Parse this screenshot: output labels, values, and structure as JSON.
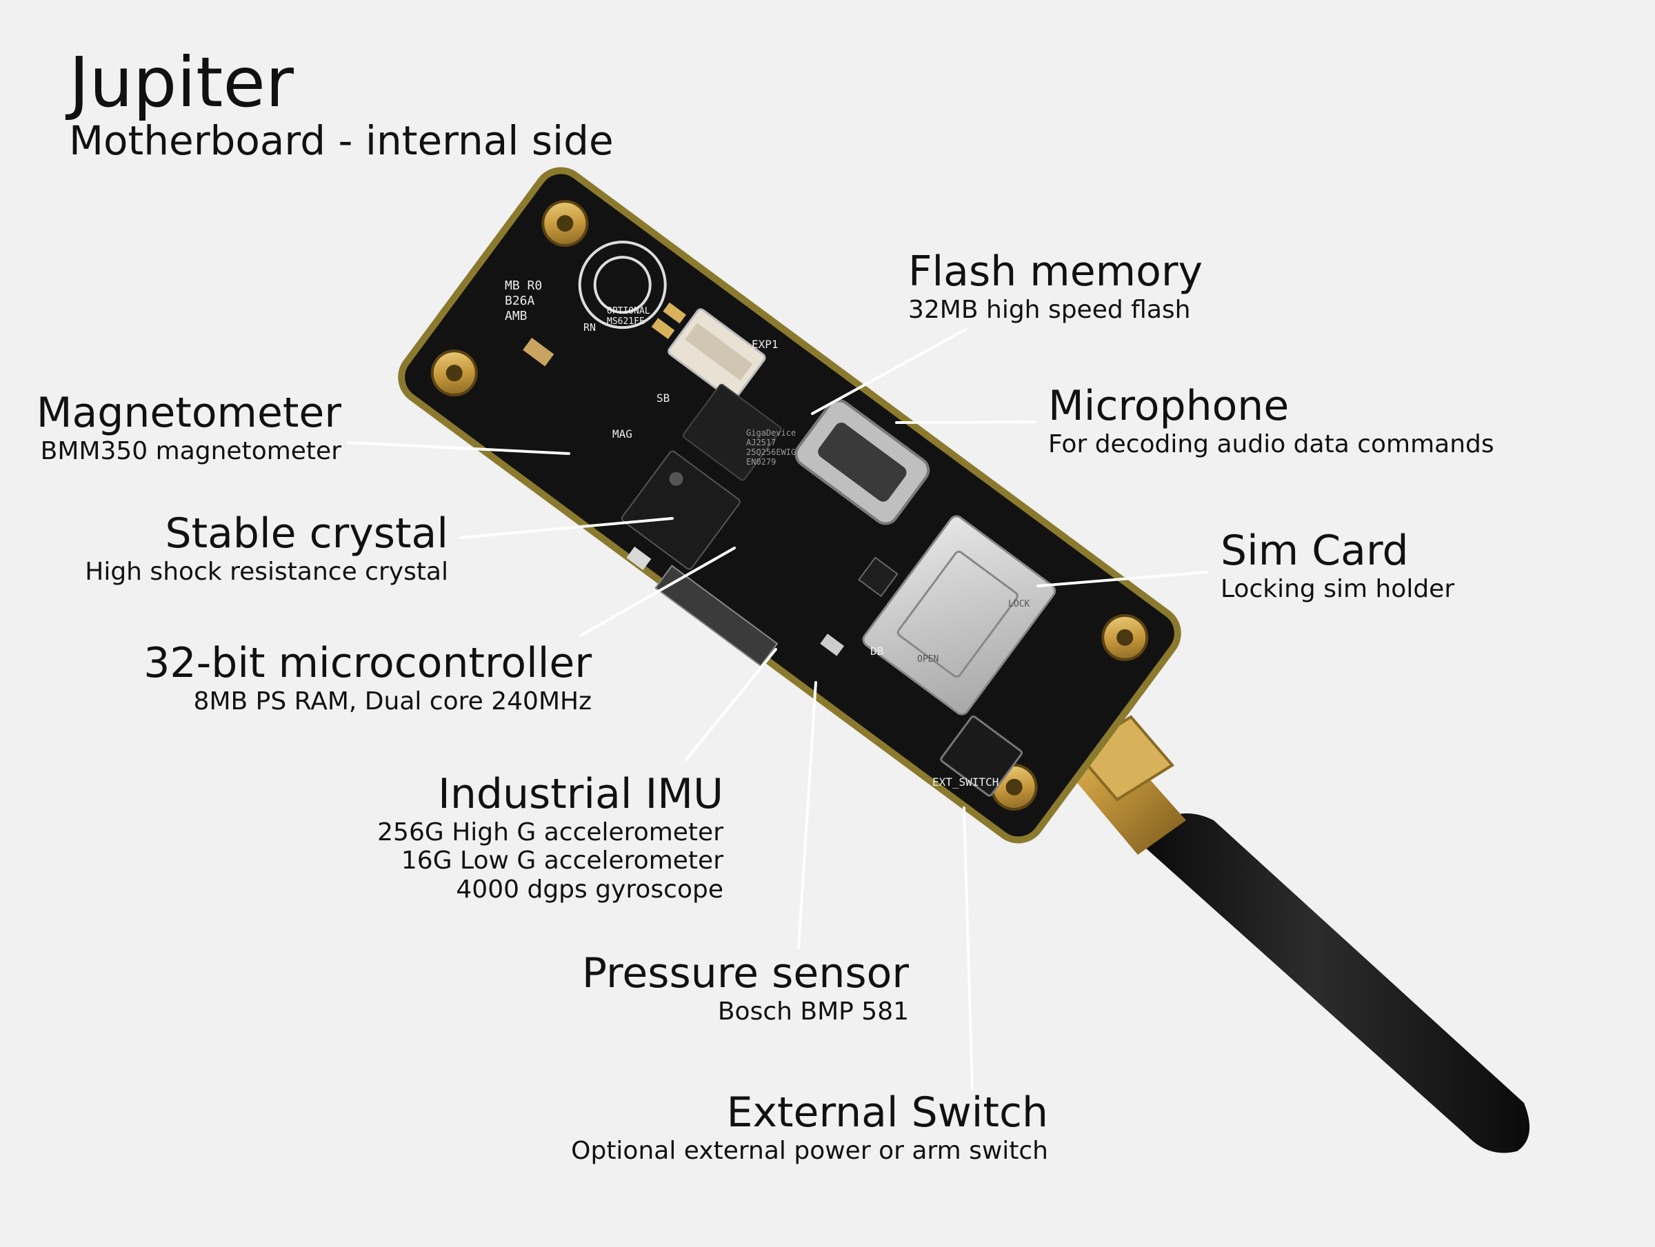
{
  "header": {
    "title": "Jupiter",
    "subtitle": "Motherboard - internal side"
  },
  "board_marks": {
    "rev": [
      "MB R0",
      "B26A",
      "AMB"
    ],
    "optional": [
      "OPTIONAL",
      "MS621FE"
    ],
    "rn": "RN",
    "mag": "MAG",
    "sb": "SB",
    "exp": "EXP1",
    "db": "DB",
    "ext_switch": "EXT_SWITCH",
    "flash_chip": [
      "GigaDevice",
      "AJ2517",
      "25Q256EWIG",
      "EN0279"
    ],
    "sim": [
      "OPEN",
      "LOCK"
    ]
  },
  "callouts": {
    "flash": {
      "title": "Flash memory",
      "lines": [
        "32MB high speed flash"
      ]
    },
    "mic": {
      "title": "Microphone",
      "lines": [
        "For decoding audio data commands"
      ]
    },
    "sim": {
      "title": "Sim Card",
      "lines": [
        "Locking sim holder"
      ]
    },
    "mag": {
      "title": "Magnetometer",
      "lines": [
        "BMM350 magnetometer"
      ]
    },
    "crystal": {
      "title": "Stable crystal",
      "lines": [
        "High shock resistance crystal"
      ]
    },
    "mcu": {
      "title": "32-bit microcontroller",
      "lines": [
        "8MB PS RAM, Dual core 240MHz"
      ]
    },
    "imu": {
      "title": "Industrial IMU",
      "lines": [
        "256G High G accelerometer",
        "16G Low G accelerometer",
        "4000 dgps gyroscope"
      ]
    },
    "pressure": {
      "title": "Pressure sensor",
      "lines": [
        "Bosch BMP 581"
      ]
    },
    "ext": {
      "title": "External Switch",
      "lines": [
        "Optional external power or arm switch"
      ]
    }
  },
  "colors": {
    "background": "#f1f1f1",
    "pcb": "#121212",
    "gold": "#c89a3e",
    "text": "#111111",
    "leader": "#ffffff"
  }
}
